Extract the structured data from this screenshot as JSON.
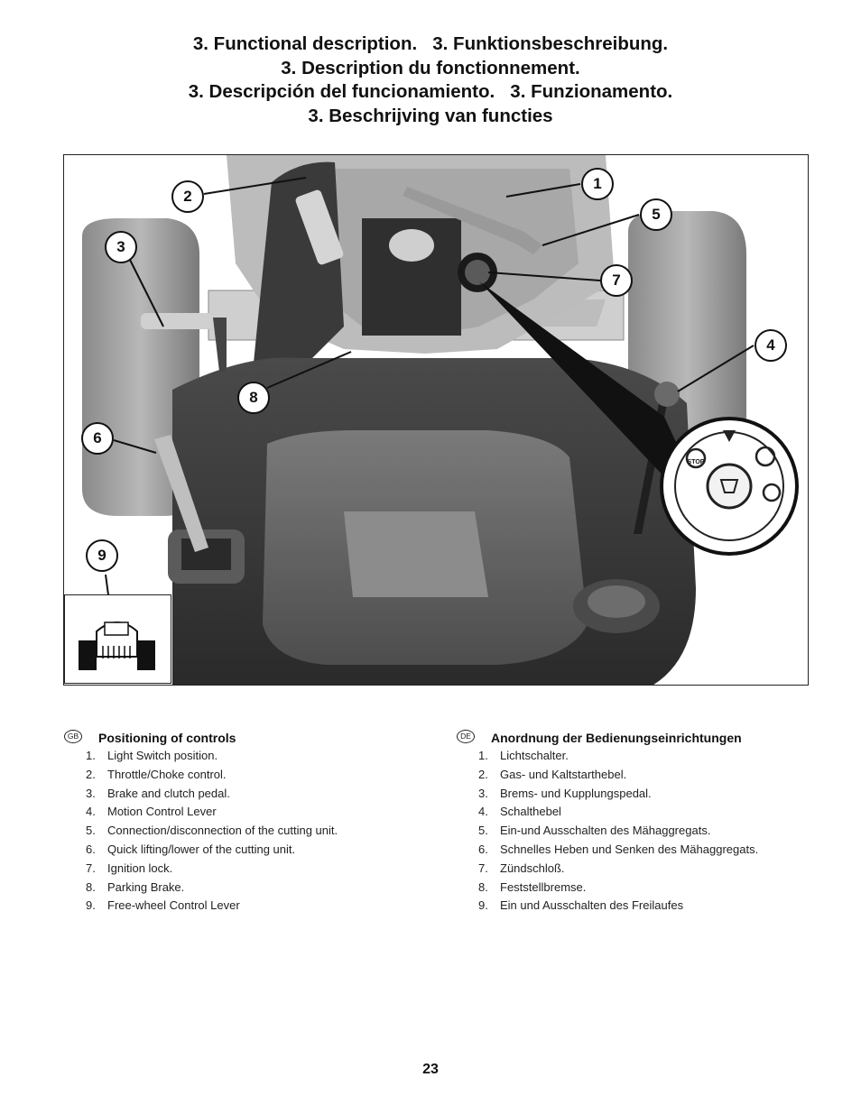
{
  "title_lines": [
    "3. Functional description.   3. Funktionsbeschreibung.",
    "3. Description du fonctionnement.",
    "3. Descripción del funcionamiento.   3. Funzionamento.",
    "3. Beschrijving van functies"
  ],
  "figure": {
    "callouts": [
      "1",
      "2",
      "3",
      "4",
      "5",
      "6",
      "7",
      "8",
      "9"
    ],
    "ignition_labels": {
      "stop": "STOP"
    }
  },
  "sections": [
    {
      "lang": "GB",
      "title": "Positioning of controls",
      "items": [
        {
          "num": "1.",
          "text": "Light Switch position."
        },
        {
          "num": "2.",
          "text": "Throttle/Choke control."
        },
        {
          "num": "3.",
          "text": "Brake and clutch pedal."
        },
        {
          "num": "4.",
          "text": "Motion Control Lever"
        },
        {
          "num": "5.",
          "text": "Connection/disconnection of the cutting unit."
        },
        {
          "num": "6.",
          "text": "Quick lifting/lower of the cutting unit."
        },
        {
          "num": "7.",
          "text": "Ignition lock."
        },
        {
          "num": "8.",
          "text": "Parking Brake."
        },
        {
          "num": "9.",
          "text": "Free-wheel Control Lever"
        }
      ]
    },
    {
      "lang": "DE",
      "title": "Anordnung der Bedienungseinrichtungen",
      "items": [
        {
          "num": "1.",
          "text": "Lichtschalter."
        },
        {
          "num": "2.",
          "text": "Gas- und Kaltstarthebel."
        },
        {
          "num": "3.",
          "text": "Brems- und Kupplungspedal."
        },
        {
          "num": "4.",
          "text": "Schalthebel"
        },
        {
          "num": "5.",
          "text": "Ein-und Ausschalten des Mähaggregats."
        },
        {
          "num": "6.",
          "text": "Schnelles Heben und Senken des Mähaggregats."
        },
        {
          "num": "7.",
          "text": "Zündschloß."
        },
        {
          "num": "8.",
          "text": "Feststellbremse."
        },
        {
          "num": "9.",
          "text": "Ein und Ausschalten des Freilaufes"
        }
      ]
    }
  ],
  "page_number": "23"
}
